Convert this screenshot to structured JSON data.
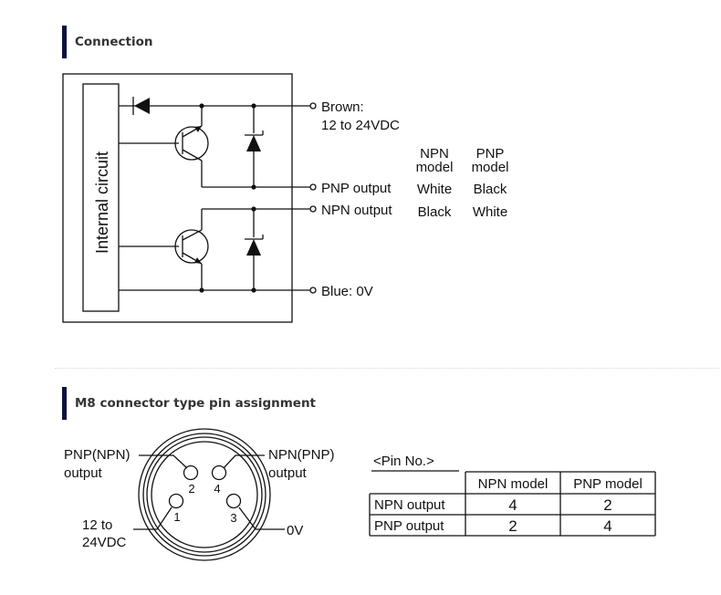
{
  "sections": {
    "connection_title": "Connection",
    "pin_title": "M8 connector type pin assignment"
  },
  "circuit": {
    "internal_label": "Internal circuit",
    "brown_label_1": "Brown:",
    "brown_label_2": "12 to 24VDC",
    "pnp_output_label": "PNP output",
    "npn_output_label": "NPN output",
    "blue_label": "Blue: 0V",
    "table": {
      "col_npn_1": "NPN",
      "col_npn_2": "model",
      "col_pnp_1": "PNP",
      "col_pnp_2": "model",
      "pnp_row_npn": "White",
      "pnp_row_pnp": "Black",
      "npn_row_npn": "Black",
      "npn_row_pnp": "White"
    }
  },
  "connector": {
    "label_top_left_1": "PNP(NPN)",
    "label_top_left_2": "output",
    "label_top_right_1": "NPN(PNP)",
    "label_top_right_2": "output",
    "label_bottom_left_1": "12 to",
    "label_bottom_left_2": "24VDC",
    "label_bottom_right": "0V",
    "pins": [
      "1",
      "2",
      "3",
      "4"
    ]
  },
  "pin_table": {
    "title": "<Pin No.>",
    "headers": [
      "",
      "NPN model",
      "PNP model"
    ],
    "rows": [
      [
        "NPN output",
        "4",
        "2"
      ],
      [
        "PNP output",
        "2",
        "4"
      ]
    ]
  }
}
